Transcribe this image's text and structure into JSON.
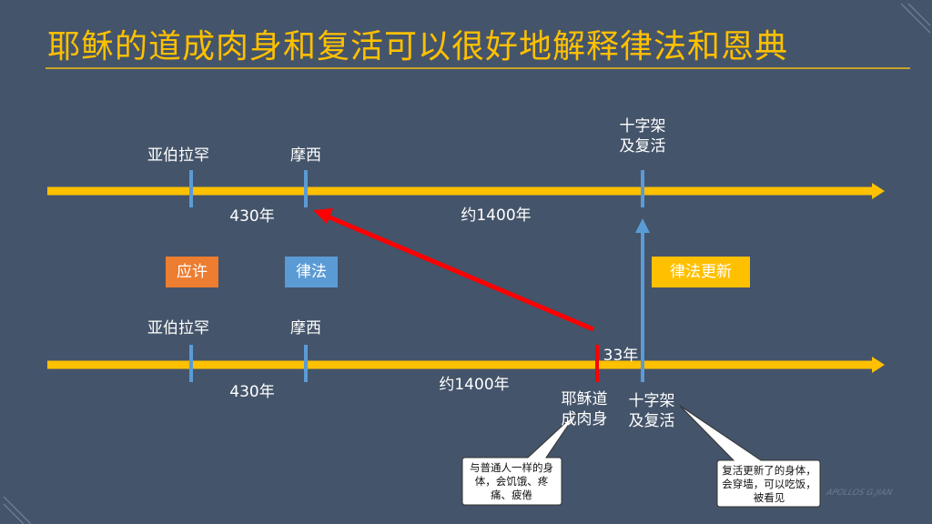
{
  "title": "耶稣的道成肉身和复活可以很好地解释律法和恩典",
  "top_timeline": {
    "label_abraham": "亚伯拉罕",
    "label_moses": "摩西",
    "label_cross": "十字架\n及复活",
    "span_1": "430年",
    "span_2": "约1400年"
  },
  "bottom_timeline": {
    "label_abraham": "亚伯拉罕",
    "label_moses": "摩西",
    "label_incarnation": "耶稣道\n成肉身",
    "label_cross": "十字架\n及复活",
    "span_1": "430年",
    "span_2": "约1400年",
    "span_3": "33年"
  },
  "boxes": {
    "promise": "应许",
    "law": "律法",
    "law_renewed": "律法更新"
  },
  "callouts": {
    "human_body": "与普通人一样的身体，会饥饿、疼痛、疲倦",
    "resurrected_body": "复活更新了的身体，会穿墙，可以吃饭，被看见"
  },
  "colors": {
    "background": "#44546a",
    "timeline": "#ffc000",
    "tick": "#5b9bd5",
    "arrow_red": "#ff0000",
    "box_promise": "#ed7d31",
    "box_law": "#5b9bd5",
    "box_law_renewed": "#ffc000"
  },
  "watermark": "APOLLOS G.JIAN"
}
